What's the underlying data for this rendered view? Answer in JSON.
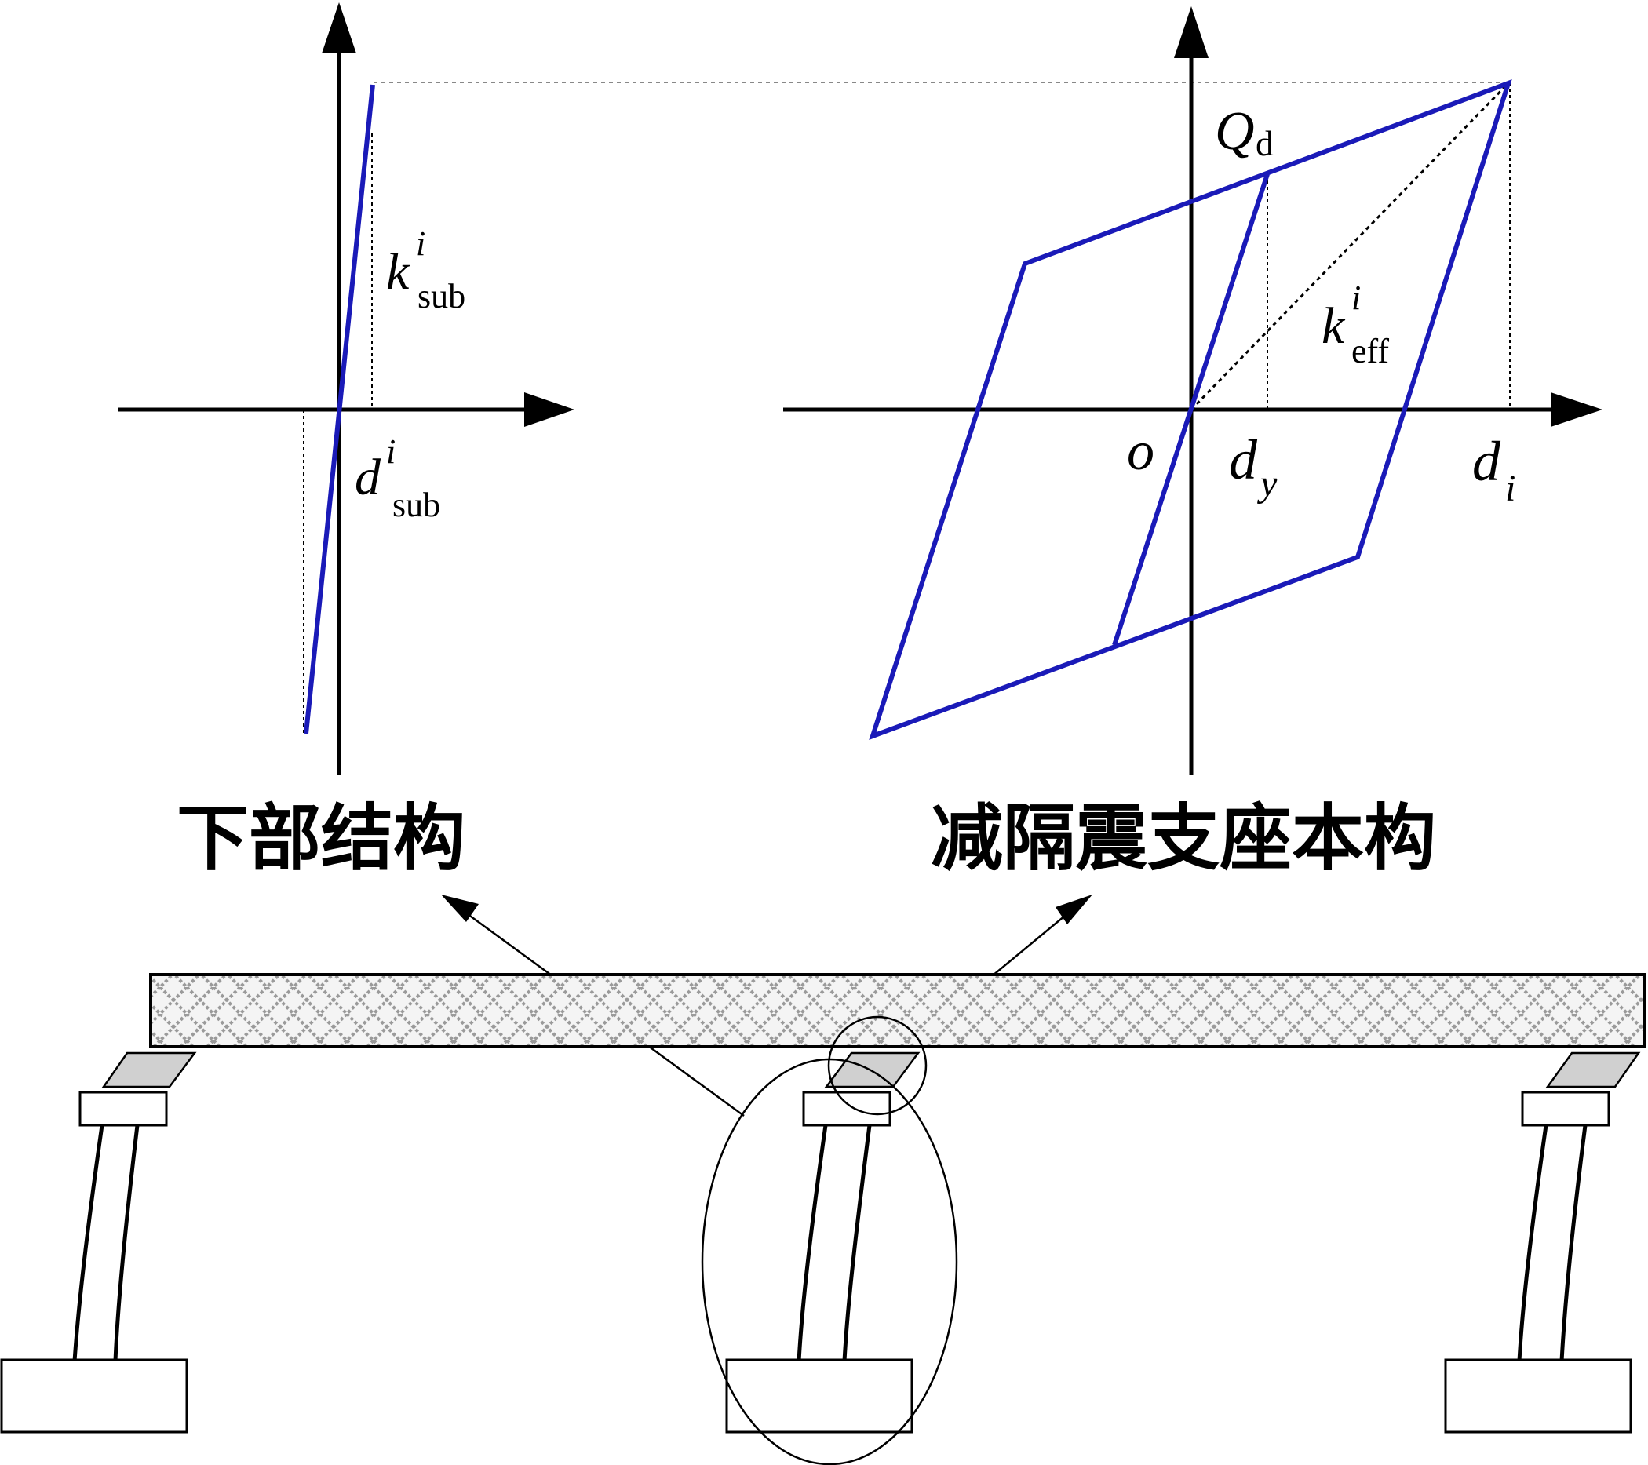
{
  "labels": {
    "left_chart": {
      "k_sub": {
        "base": "k",
        "sup": "i",
        "sub": "sub"
      },
      "d_sub": {
        "base": "d",
        "sup": "i",
        "sub": "sub"
      },
      "caption": "下部结构"
    },
    "right_chart": {
      "Qd": {
        "base": "Q",
        "sub": "d"
      },
      "k_eff": {
        "base": "k",
        "sup": "i",
        "sub": "eff"
      },
      "origin": "o",
      "dy": {
        "base": "d",
        "sub": "y"
      },
      "di": {
        "base": "d",
        "sub": "i"
      },
      "caption": "减隔震支座本构"
    }
  },
  "colors": {
    "hysteresis": "#1a1ab8",
    "axes": "#000000",
    "guide": "#000000",
    "bearing_fill": "#d0d0d0",
    "deck_hatch": "#9a9a9a"
  }
}
